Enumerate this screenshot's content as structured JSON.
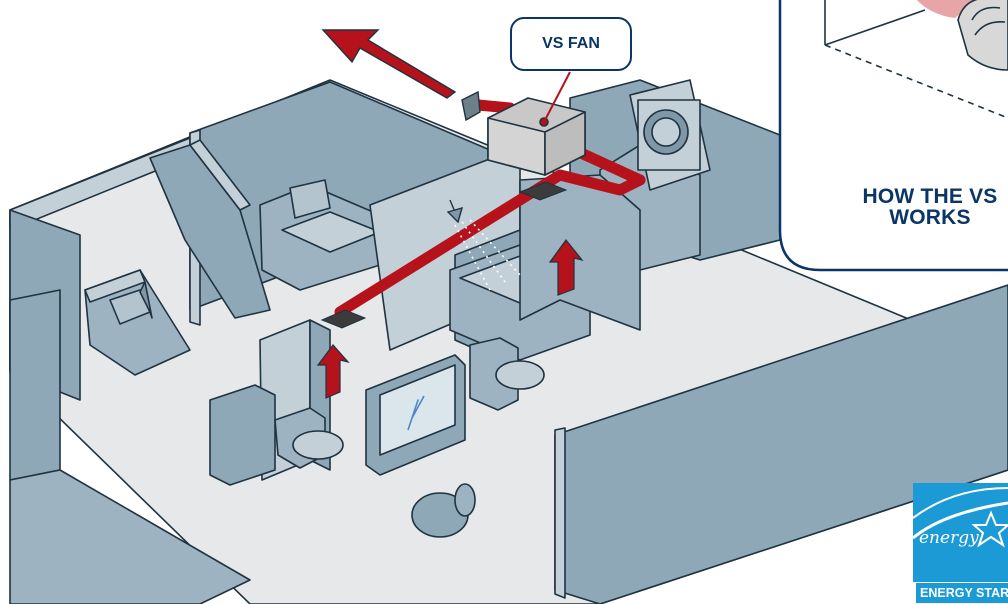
{
  "labels": {
    "fan": "VS FAN",
    "callout_title_line1": "HOW THE VS",
    "callout_title_line2": "WORKS"
  },
  "logo": {
    "script_word": "energy",
    "band_text": "ENERGY STAR"
  },
  "colors": {
    "wall_fill": "#8fa8b8",
    "wall_light": "#c3d0d8",
    "floor": "#e6e8ea",
    "outline": "#1f3340",
    "duct_red": "#b5121b",
    "navy": "#0a3566",
    "energy_star_blue": "#1b9ad6"
  }
}
